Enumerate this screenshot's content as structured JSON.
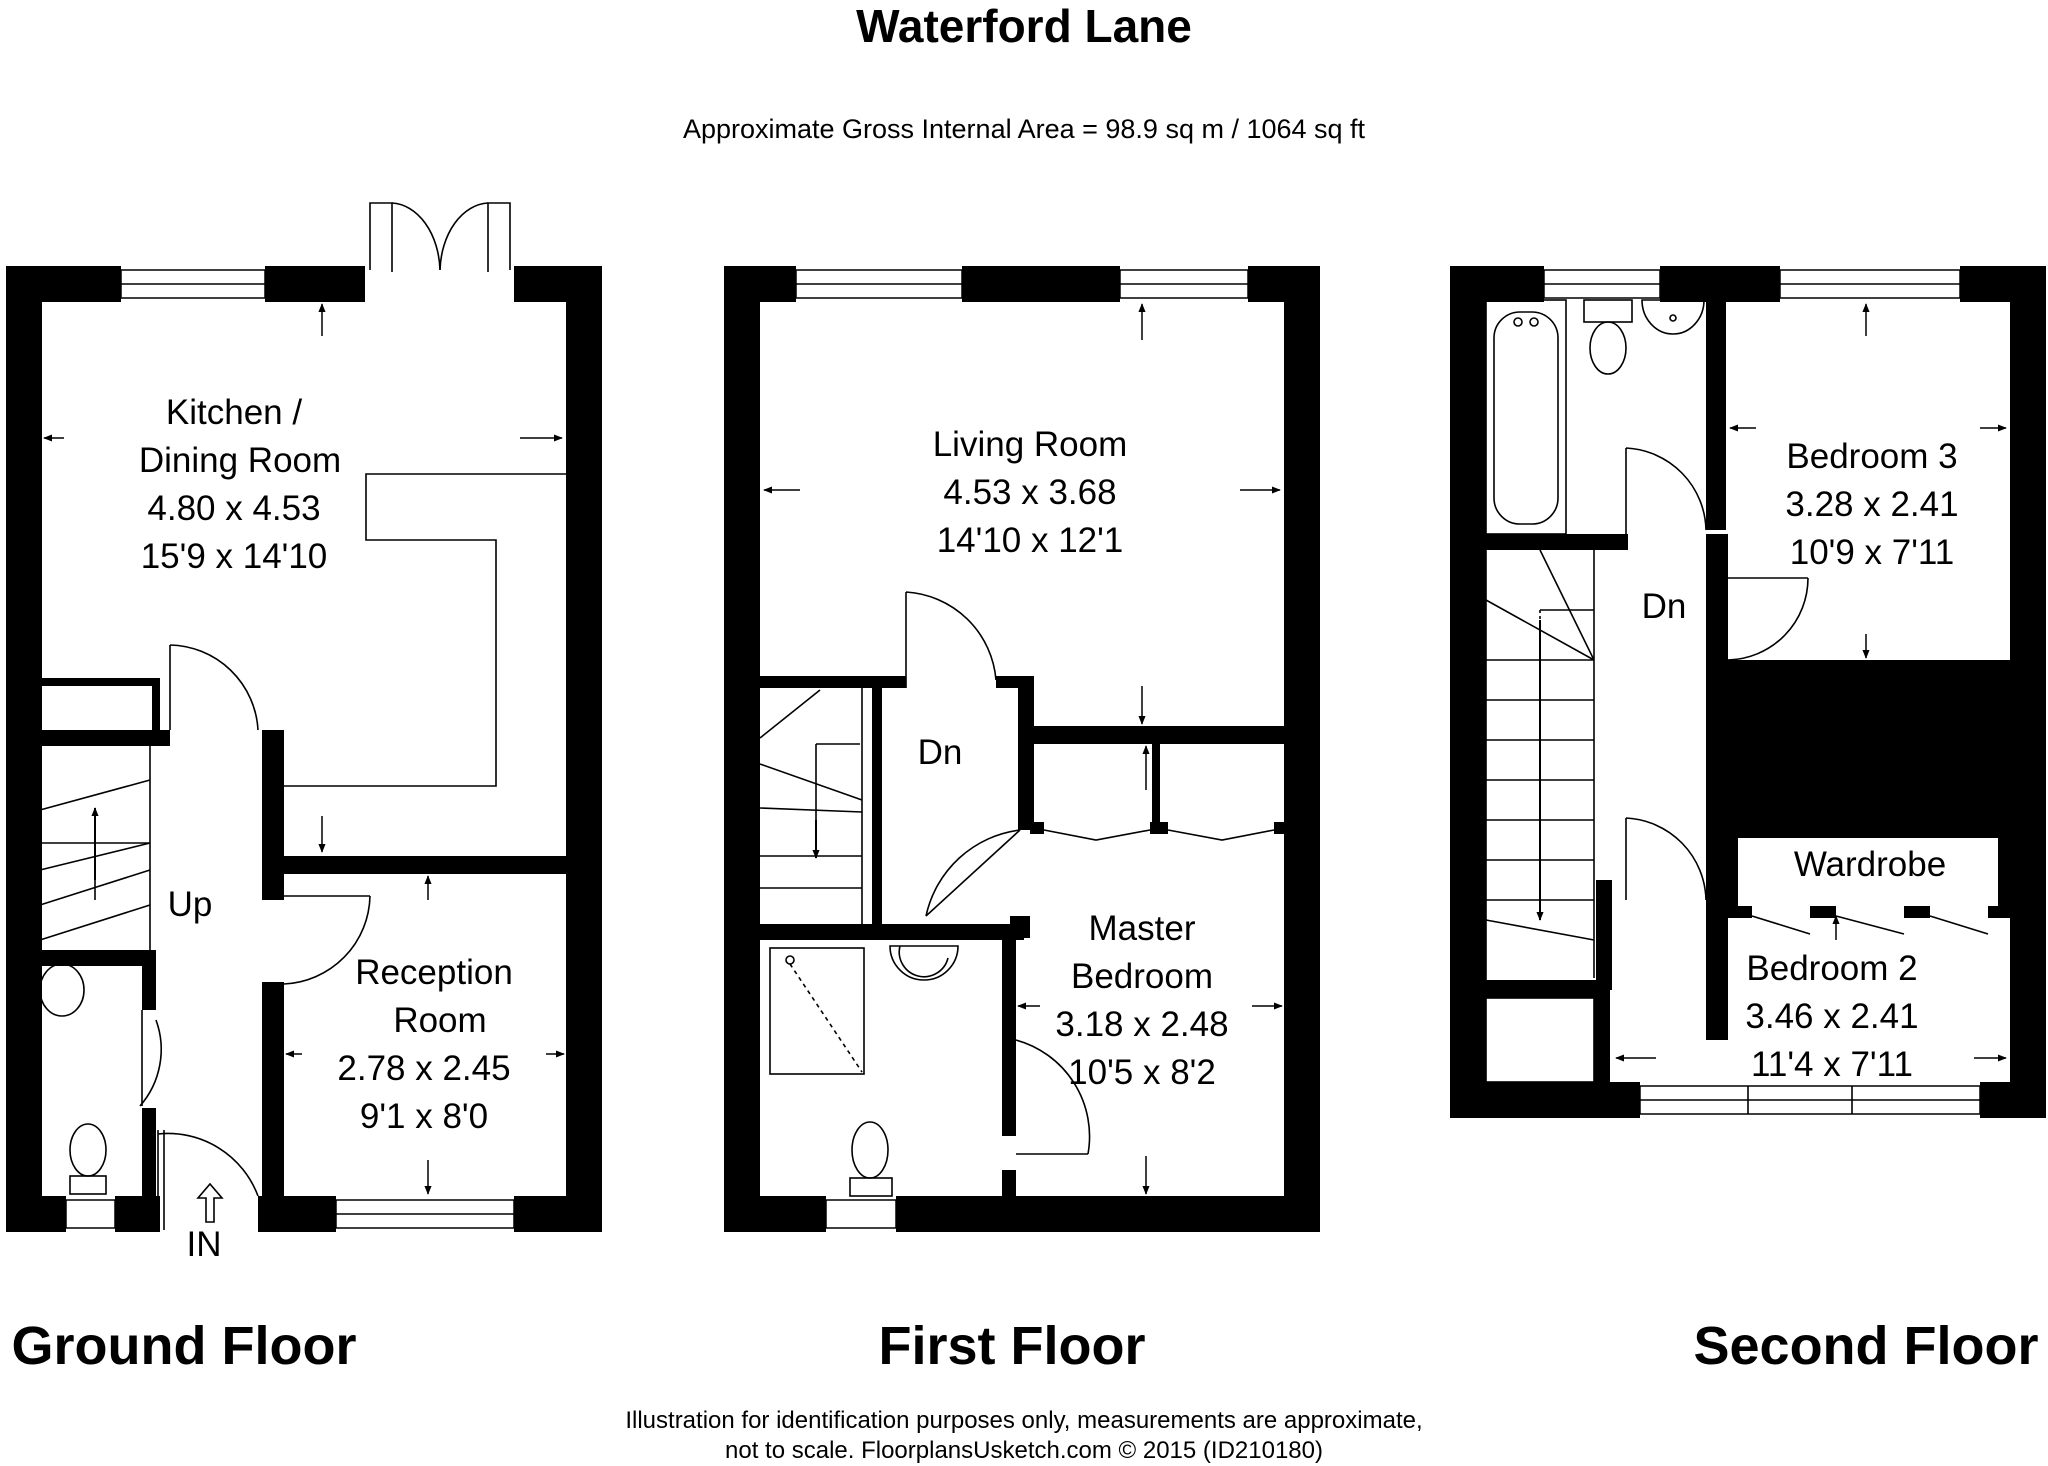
{
  "title": "Waterford Lane",
  "subtitle": "Approximate Gross Internal Area = 98.9 sq m / 1064 sq ft",
  "floors": {
    "ground": {
      "label": "Ground Floor",
      "kitchen": {
        "name1": "Kitchen /",
        "name2": "Dining Room",
        "metric": "4.80 x 4.53",
        "imperial": "15'9 x 14'10"
      },
      "reception": {
        "name1": "Reception",
        "name2": "Room",
        "metric": "2.78 x 2.45",
        "imperial": "9'1 x 8'0"
      },
      "stairs_label": "Up",
      "entrance_label": "IN"
    },
    "first": {
      "label": "First Floor",
      "living": {
        "name": "Living Room",
        "metric": "4.53 x 3.68",
        "imperial": "14'10 x 12'1"
      },
      "master": {
        "name1": "Master",
        "name2": "Bedroom",
        "metric": "3.18 x 2.48",
        "imperial": "10'5 x 8'2"
      },
      "stairs_label": "Dn"
    },
    "second": {
      "label": "Second Floor",
      "bedroom3": {
        "name": "Bedroom 3",
        "metric": "3.28 x 2.41",
        "imperial": "10'9 x 7'11"
      },
      "bedroom2": {
        "name": "Bedroom 2",
        "metric": "3.46 x 2.41",
        "imperial": "11'4 x 7'11"
      },
      "wardrobe_label": "Wardrobe",
      "stairs_label": "Dn"
    }
  },
  "disclaimer": {
    "line1": "Illustration for identification purposes only, measurements are approximate,",
    "line2": "not to scale. FloorplansUsketch.com © 2015 (ID210180)"
  }
}
